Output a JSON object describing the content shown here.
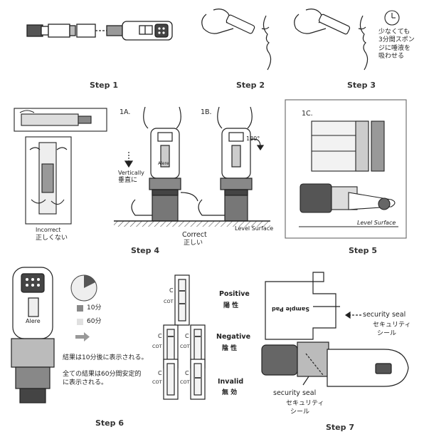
{
  "steps": {
    "s1": "Step 1",
    "s2": "Step 2",
    "s3": "Step 3",
    "s4": "Step 4",
    "s5": "Step 5",
    "s6": "Step 6",
    "s7": "Step 7"
  },
  "step3": {
    "note_line1": "少なくても",
    "note_line2": "3分間スポン",
    "note_line3": "ジに唾液を",
    "note_line4": "吸わせる"
  },
  "step4": {
    "label_1a": "1A.",
    "label_1b": "1B.",
    "vertically": "Vertically",
    "vertically_ja": "垂直に",
    "angle": "180°",
    "incorrect": "Incorrect",
    "incorrect_ja": "正しくない",
    "correct": "Correct",
    "correct_ja": "正しい",
    "level_surface": "Level Surface",
    "device_brand": "Alere"
  },
  "step5": {
    "label_1c": "1C.",
    "surface": "Level Surface"
  },
  "step6": {
    "legend_10": "10分",
    "legend_60": "60分",
    "result_note1": "結果は10分後に表示される。",
    "result_note2_l1": "全ての結果は60分間安定的",
    "result_note2_l2": "に表示される。",
    "device_brand": "Alere",
    "positive": "Positive",
    "positive_ja": "陽 性",
    "negative": "Negative",
    "negative_ja": "陰 性",
    "invalid": "Invalid",
    "invalid_ja": "無 効",
    "c": "C",
    "cot": "COT"
  },
  "step7": {
    "seal_en": "security seal",
    "seal_ja": "セキュリティ",
    "seal_ja2": "シール",
    "seal2_en": "security seal",
    "seal2_ja": "セキュリティ",
    "seal2_ja2": "シール",
    "sample_pad": "Sample Pad"
  }
}
